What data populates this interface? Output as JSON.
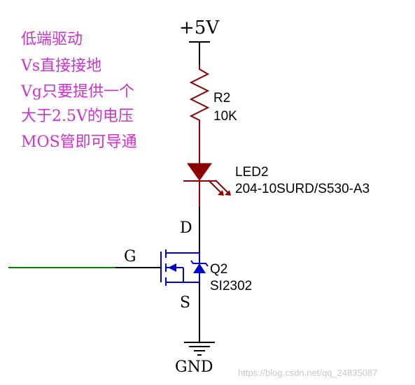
{
  "annotation": {
    "lines": [
      "低端驱动",
      "Vs直接接地",
      "Vg只要提供一个",
      "大于2.5V的电压",
      "MOS管即可导通"
    ],
    "color": "#cc33cc"
  },
  "supply": {
    "label": "+5V"
  },
  "resistor": {
    "ref": "R2",
    "value": "10K",
    "color": "#8b0000"
  },
  "led": {
    "ref": "LED2",
    "part": "204-10SURD/S530-A3",
    "color": "#8b0000"
  },
  "mosfet": {
    "ref": "Q2",
    "part": "SI2302",
    "color": "#0000cc",
    "drain_label": "D",
    "gate_label": "G",
    "source_label": "S"
  },
  "ground": {
    "label": "GND"
  },
  "gate_wire": {
    "color": "#008000"
  },
  "watermark": "https://blog.csdn.net/qq_24835087"
}
